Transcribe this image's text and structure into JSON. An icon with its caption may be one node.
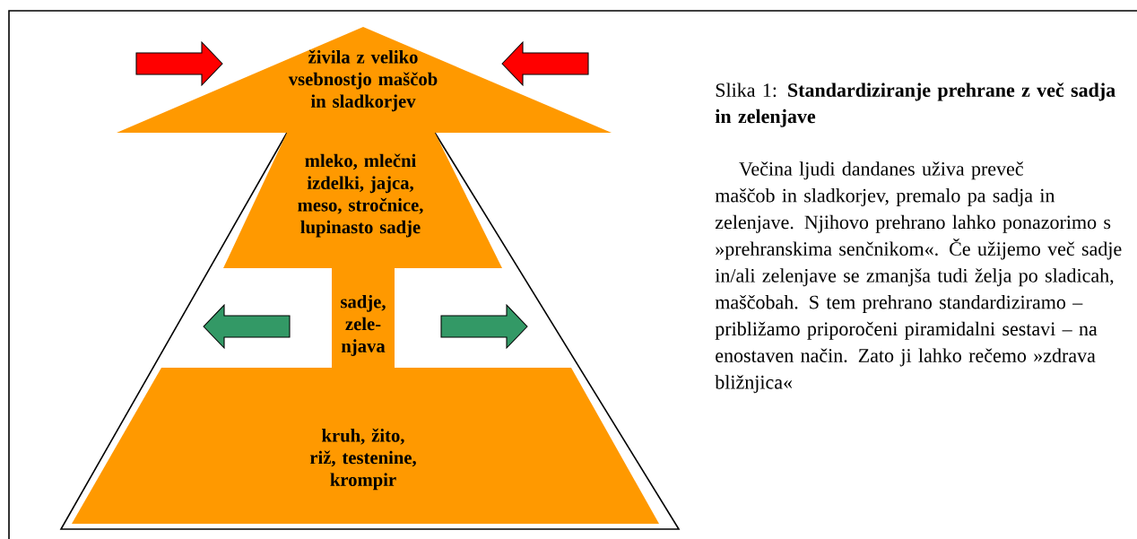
{
  "diagram": {
    "caption": "Slika 1: **Standardiziranje prehrane z več sadja in zelenjave**",
    "nodes": [
      {
        "text": [
          "živila z veliko vsebnostjo maščob in sladkorjev"
        ]
      },
      {
        "text": [
          "mleko, mlečni izdelki, jajca, meso, stročnice, lupinasto sadje"
        ]
      },
      {
        "text": [
          "sadje, zele- njava"
        ]
      },
      {
        "text": [
          "kruh, žito, riž, testenine, krompir"
        ]
      }
    ],
    "labels": [
      "Večina ljudi dandanes uživa preveč maščob in sladkorjev, premalo pa sadja in zelenjave. Njihovo prehrano lahko ponazorimo s »prehranskima senčnikom«. Če užijemo več sadje in/ali zelenjave se zmanjša tudi želja po sladicah, maščobah. S tem prehrano standardiziramo – približamo priporočeni piramidalni sestavi – na enostaven način. Zato ji lahko rečemo »zdrava bližnjica«"
    ]
  }
}
